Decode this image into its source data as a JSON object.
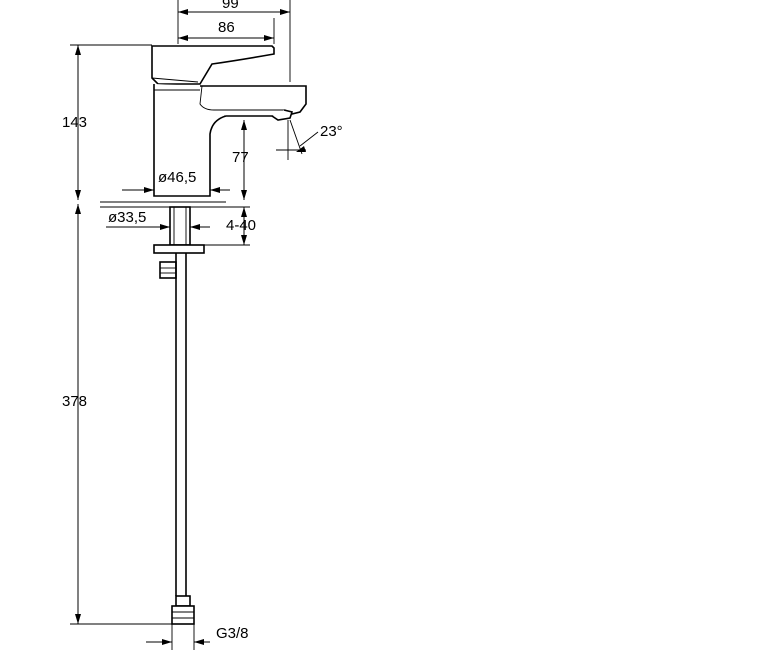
{
  "dimensions": {
    "overall_width": "99",
    "spout_width": "86",
    "body_height": "143",
    "spout_height": "77",
    "spout_angle": "23°",
    "body_diameter": "ø46,5",
    "shank_diameter": "ø33,5",
    "deck_thickness": "4-40",
    "hose_length": "378",
    "connection_thread": "G3/8"
  },
  "colors": {
    "line": "#000000",
    "background": "#ffffff"
  }
}
